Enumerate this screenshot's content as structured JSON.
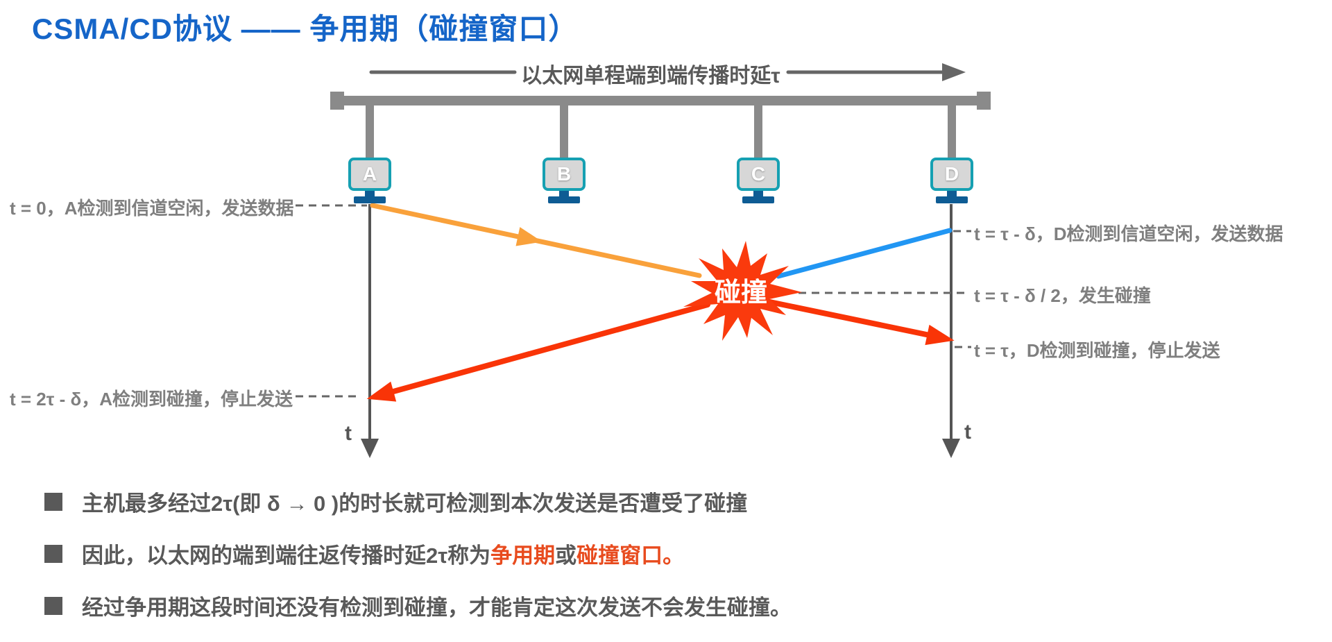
{
  "title": "CSMA/CD协议 —— 争用期（碰撞窗口）",
  "diagram": {
    "bus_label": "以太网单程端到端传播时延τ",
    "hosts": [
      "A",
      "B",
      "C",
      "D"
    ],
    "collision_label": "碰撞",
    "time_axis_label": "t",
    "events": {
      "a_start": "t = 0，A检测到信道空闲，发送数据",
      "a_stop": "t = 2τ - δ，A检测到碰撞，停止发送",
      "d_start": "t = τ - δ，D检测到信道空闲，发送数据",
      "collision_time": "t = τ - δ / 2，发生碰撞",
      "d_stop": "t = τ，D检测到碰撞，停止发送"
    }
  },
  "notes": [
    {
      "full": "主机最多经过2τ(即 δ → 0 )的时长就可检测到本次发送是否遭受了碰撞"
    },
    {
      "prefix": "因此，以太网的端到端往返传播时延2τ称为",
      "highlight1": "争用期",
      "connector": "或",
      "highlight2": "碰撞窗口",
      "period": "。"
    },
    {
      "full": "经过争用期这段时间还没有检测到碰撞，才能肯定这次发送不会发生碰撞。"
    }
  ],
  "colors": {
    "title_blue": "#1565C8",
    "highlight_red": "#E84B1E",
    "line_orange": "#F9A13B",
    "line_blue": "#2196F3",
    "line_red": "#F93407",
    "star_red": "#FA3A0D",
    "bus_gray": "#8A8A8A",
    "label_gray": "#7F7F7F",
    "dark_gray": "#595959",
    "monitor_teal": "#16A0B2",
    "stand_navy": "#0E5C94"
  }
}
